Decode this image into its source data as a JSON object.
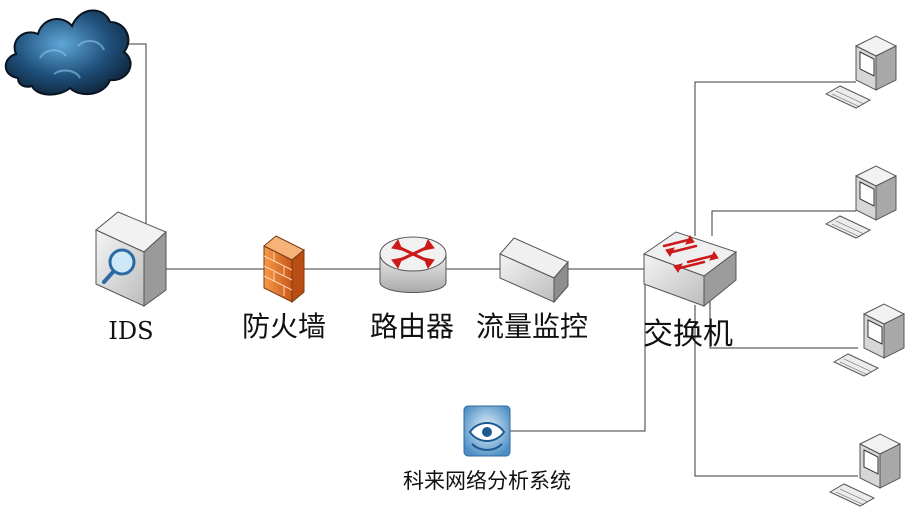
{
  "labels": {
    "ids": "IDS",
    "firewall": "防火墙",
    "router": "路由器",
    "traffic_monitor": "流量监控",
    "switch": "交换机",
    "analyzer": "科来网络分析系统"
  },
  "icons": {
    "internet": "cloud-icon",
    "ids": "ids-appliance-icon",
    "firewall": "firewall-icon",
    "router": "router-icon",
    "traffic_monitor": "monitor-appliance-icon",
    "switch": "switch-icon",
    "analyzer": "analyzer-logo-icon",
    "pcs": [
      "pc-icon",
      "pc-icon",
      "pc-icon",
      "pc-icon"
    ]
  },
  "colors": {
    "line": "#3a3a3a",
    "cloud": "#1f4f7a",
    "firewall": "#e8782a",
    "router": "#d9d9d9",
    "arrow": "#cc1a1a",
    "device": "#dedede"
  }
}
